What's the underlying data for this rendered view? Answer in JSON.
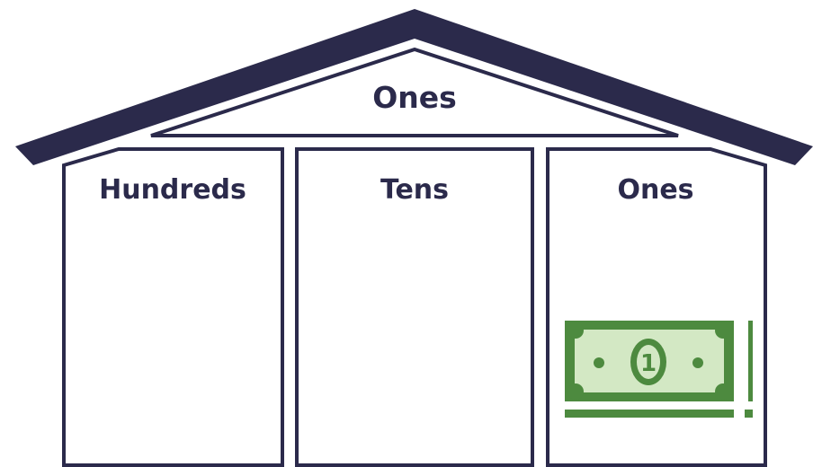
{
  "roof": {
    "label": "Ones"
  },
  "columns": [
    {
      "label": "Hundreds"
    },
    {
      "label": "Tens"
    },
    {
      "label": "Ones"
    }
  ],
  "bill": {
    "denomination": "1",
    "count": 1
  },
  "colors": {
    "outline": "#2b2a4b",
    "roof": "#2b2a4b",
    "bill_dark": "#4d8a3f",
    "bill_light": "#d3e8c4"
  }
}
